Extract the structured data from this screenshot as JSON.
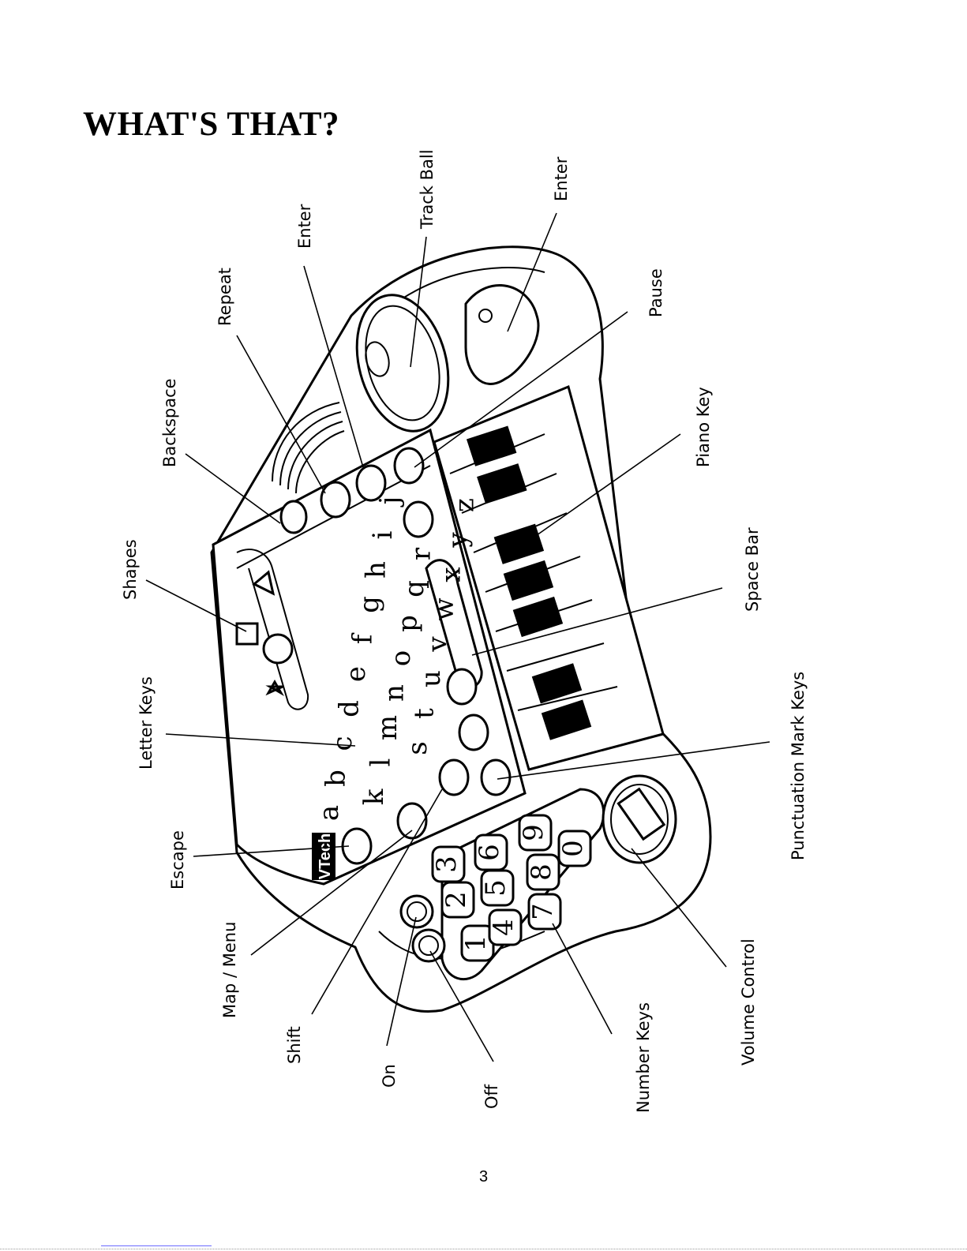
{
  "title": "WHAT'S THAT?",
  "brand": "VTech",
  "labels": {
    "shapes": "Shapes",
    "backspace": "Backspace",
    "repeat": "Repeat",
    "enter_left": "Enter",
    "track_ball": "Track Ball",
    "enter_right": "Enter",
    "pause": "Pause",
    "piano_key": "Piano Key",
    "space_bar": "Space Bar",
    "punctuation_mark_keys": "Punctuation Mark Keys",
    "letter_keys": "Letter Keys",
    "escape": "Escape",
    "map_menu": "Map / Menu",
    "shift": "Shift",
    "on": "On",
    "off": "Off",
    "number_keys": "Number Keys",
    "volume_control": "Volume Control"
  },
  "letter_rows": {
    "row1": [
      "a",
      "b",
      "c",
      "d",
      "e",
      "f",
      "g",
      "h",
      "i",
      "j"
    ],
    "row2": [
      "k",
      "l",
      "m",
      "n",
      "o",
      "p",
      "q",
      "r"
    ],
    "row3": [
      "s",
      "t",
      "u",
      "v",
      "w",
      "x",
      "y",
      "z"
    ]
  },
  "number_keys": [
    "1",
    "2",
    "3",
    "4",
    "5",
    "6",
    "7",
    "8",
    "9",
    "0"
  ],
  "page_number": "3"
}
